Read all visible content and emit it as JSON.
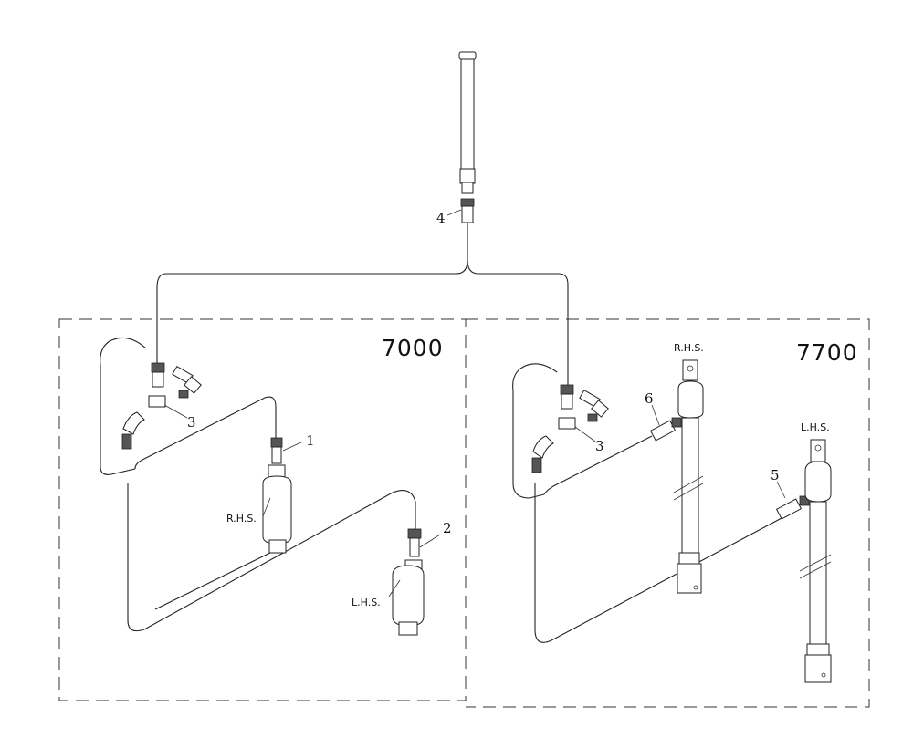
{
  "panels": {
    "left_model": "7000",
    "right_model": "7700"
  },
  "labels": {
    "rhs": "R.H.S.",
    "lhs": "L.H.S."
  },
  "callouts": {
    "n1": "1",
    "n2": "2",
    "n3": "3",
    "n4": "4",
    "n5": "5",
    "n6": "6"
  }
}
